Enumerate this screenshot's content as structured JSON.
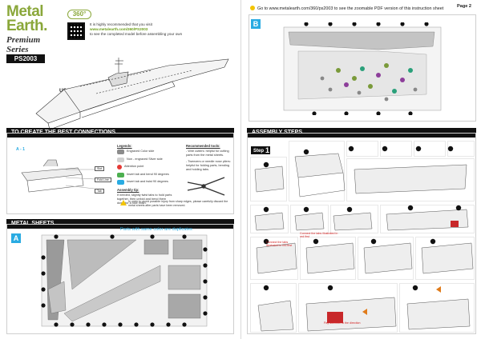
{
  "brand": {
    "line1": "Metal",
    "line2": "Earth.",
    "line3": "Premium Series",
    "badge360": "360°"
  },
  "model": {
    "code": "PS2003",
    "name": "USS MIDWAY"
  },
  "intro": {
    "text_before": "It is highly recommended that you visit",
    "url": "www.metalearth.com/360/PS2003",
    "text_after": "to see the completed model before assembling your own"
  },
  "top_notice": "Go to www.metalearth.com/360/ps2003 to see the zoomable PDF version of this instruction sheet",
  "page_label": "Page 2",
  "sections": {
    "connections": "TO CREATE THE BEST CONNECTIONS",
    "metal_sheets": "METAL SHEETS",
    "assembly": "ASSEMBLY STEPS"
  },
  "connections_example": {
    "label": "A - 1",
    "callouts": [
      "Slot",
      "Fold Line",
      "Tab"
    ]
  },
  "legend": {
    "title": "Legends:",
    "items": [
      {
        "label": "Engraved Color side",
        "color": "#8c8c8c"
      },
      {
        "label": "Non - engraved Silver side",
        "color": "#d0d0d0"
      },
      {
        "label": "Attention point",
        "color": "#e53935"
      },
      {
        "label": "Insert tab and bend 90 degrees",
        "color": "#4caf50"
      },
      {
        "label": "Insert tab and twist 90 degrees",
        "color": "#29abe2"
      }
    ],
    "assembly_tip_title": "Assembly tip:",
    "assembly_tip": "If needed, slightly twist tabs to hold parts together, then unfold and bend them down for a nice finish."
  },
  "tools": {
    "title": "Recommended tools:",
    "items": [
      "- Wire cutters: helpful for cutting parts from the metal sheets.",
      "- Tweezers or needle nose pliers: helpful for folding parts, bending and holding tabs."
    ]
  },
  "warning": "In order to avoid possible injury from sharp edges, please carefully discard the metal sheets after parts have been removed.",
  "sheets": {
    "a": "A",
    "b": "B",
    "duplicate_note": "Parts with same color are duplicates"
  },
  "step": {
    "word": "Step",
    "number": "1"
  },
  "notes": {
    "connect_label": "Connect the tabs illustrated in red first",
    "connect_label2": "Connect the tabs illustrated in red first",
    "pay_attention": "Pay attention to the direction"
  },
  "colors": {
    "brand_green": "#8aa73a",
    "accent_blue": "#29abe2",
    "dark": "#111111"
  }
}
